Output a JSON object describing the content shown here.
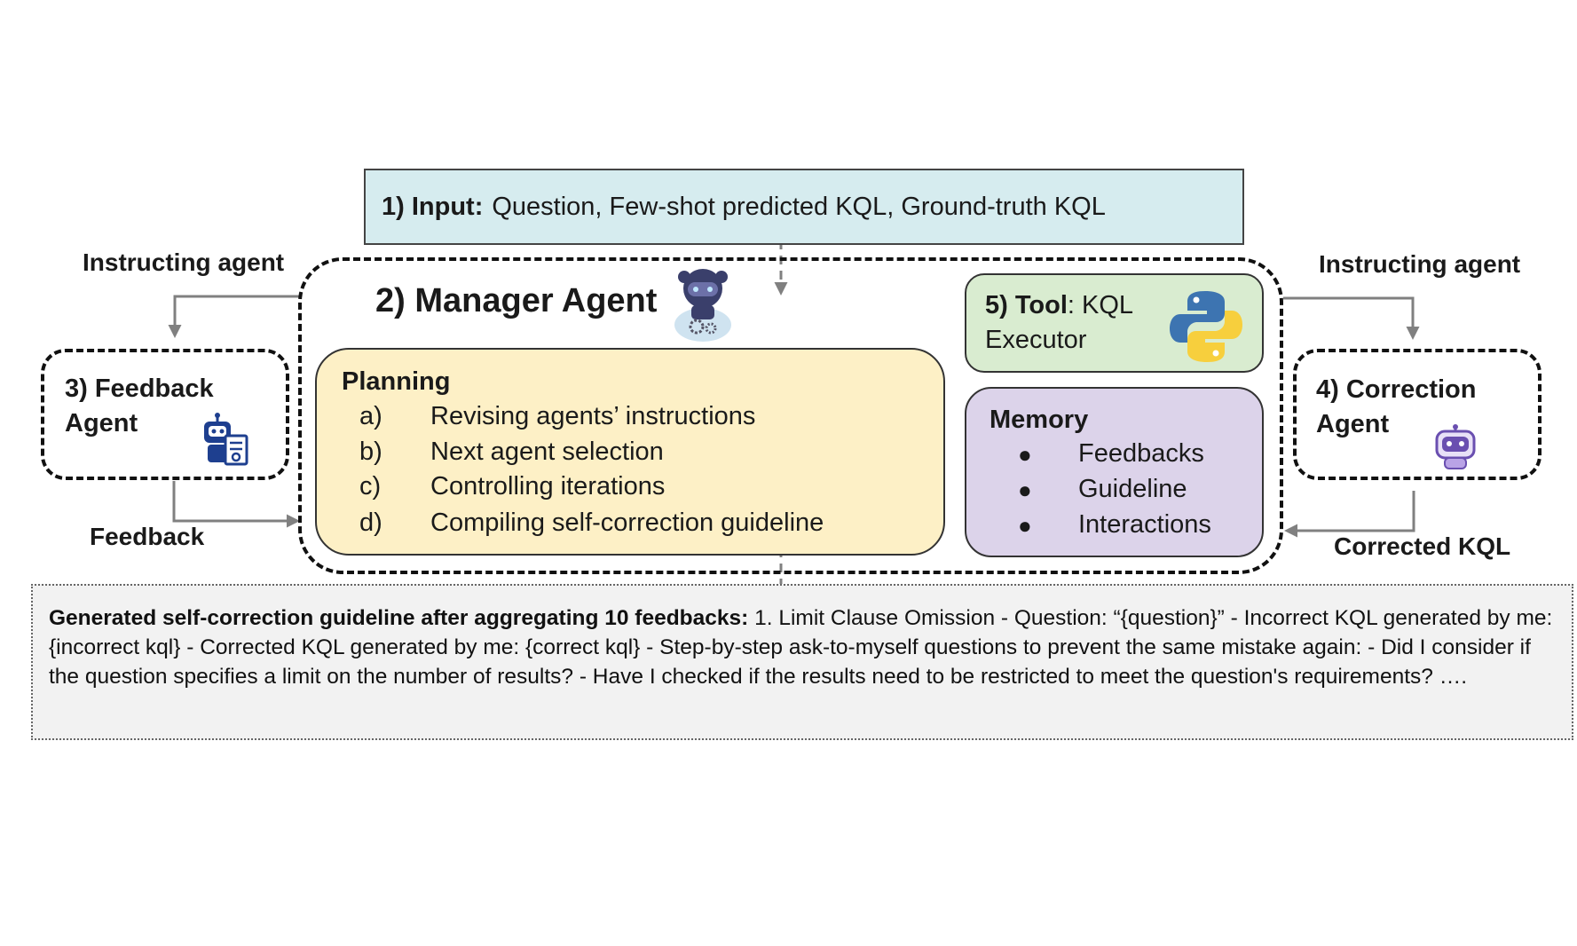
{
  "input": {
    "label": "1) Input:",
    "text": "Question, Few-shot predicted KQL, Ground-truth KQL"
  },
  "manager": {
    "title": "2) Manager Agent"
  },
  "planning": {
    "title": "Planning",
    "items": [
      {
        "letter": "a)",
        "text": "Revising agents’ instructions"
      },
      {
        "letter": "b)",
        "text": "Next agent selection"
      },
      {
        "letter": "c)",
        "text": "Controlling iterations"
      },
      {
        "letter": "d)",
        "text": "Compiling self-correction guideline"
      }
    ]
  },
  "tool": {
    "label": "5) Tool",
    "text": ": KQL",
    "line2": "Executor"
  },
  "memory": {
    "title": "Memory",
    "bullet": "●",
    "items": [
      "Feedbacks",
      "Guideline",
      "Interactions"
    ]
  },
  "feedback_agent": {
    "line1": "3) Feedback",
    "line2": "Agent"
  },
  "correction_agent": {
    "line1": "4) Correction",
    "line2": "Agent"
  },
  "labels": {
    "instructing_left": "Instructing agent",
    "instructing_right": "Instructing agent",
    "feedback": "Feedback",
    "corrected": "Corrected KQL"
  },
  "guideline": {
    "bold": "Generated self-correction guideline after aggregating 10 feedbacks:",
    "text": " 1. Limit Clause Omission  - Question: “{question}”  - Incorrect KQL generated by me: {incorrect kql} - Corrected KQL generated by me: {correct kql}  - Step-by-step ask-to-myself questions to prevent the same mistake again:  - Did I consider if the question specifies a limit on the number of results? - Have I checked if the results need to be restricted to meet the question's requirements?  …."
  },
  "colors": {
    "input_bg": "#d6ecef",
    "planning_bg": "#fdf0c6",
    "tool_bg": "#d9ecd0",
    "memory_bg": "#dcd3ea",
    "guideline_bg": "#f2f2f2",
    "arrow": "#808080"
  },
  "icons": [
    "manager-robot-icon",
    "python-logo-icon",
    "feedback-robot-icon",
    "correction-robot-icon"
  ]
}
